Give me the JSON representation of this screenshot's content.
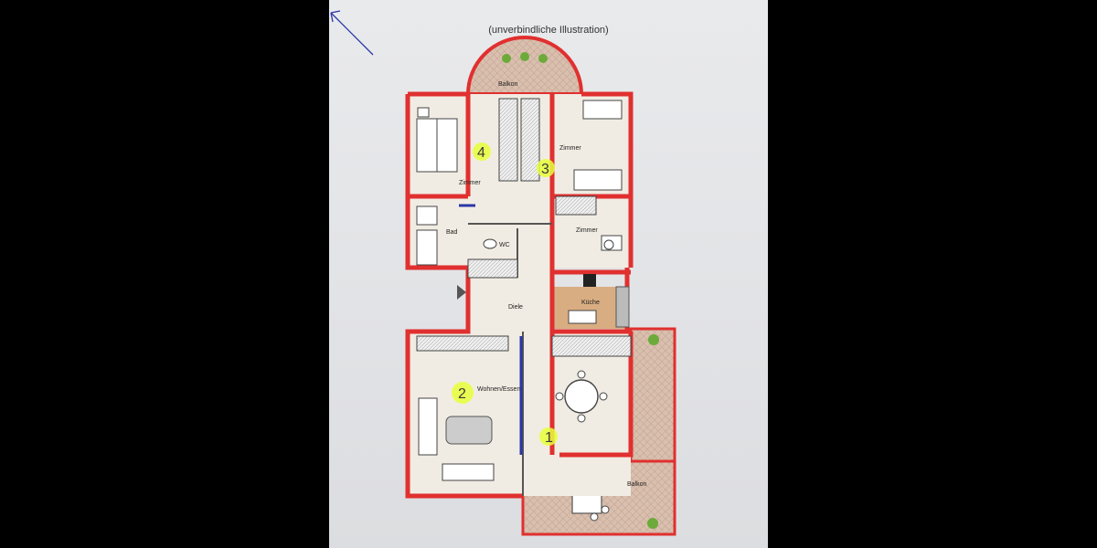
{
  "caption": "(unverbindliche Illustration)",
  "rooms": {
    "balkon_top": "Balkon",
    "zimmer_4": "Zimmer",
    "zimmer_3": "Zimmer",
    "zimmer_small": "Zimmer",
    "bad": "Bad",
    "wc": "WC",
    "diele": "Diele",
    "kueche": "Küche",
    "wohnen": "Wohnen/Essen",
    "balkon_right": "Balkon"
  },
  "markers": {
    "m1": "1",
    "m2": "2",
    "m3": "3",
    "m4": "4"
  },
  "colors": {
    "wall_outer": "#e0302f",
    "floor": "#f1ece3",
    "kitchen": "#d9ad82",
    "terrace": "#d7b9a6",
    "highlighter": "#e8ff3a",
    "pen": "#2a36a8"
  }
}
